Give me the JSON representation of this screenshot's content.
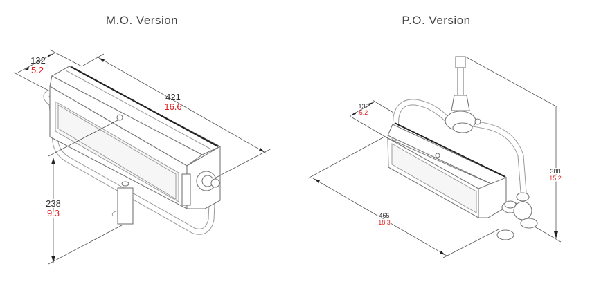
{
  "mo": {
    "title": "M.O. Version",
    "depth_mm": "132",
    "depth_in": "5.2",
    "width_mm": "421",
    "width_in": "16.6",
    "height_mm": "238",
    "height_in": "9.3"
  },
  "po": {
    "title": "P.O. Version",
    "depth_mm": "132",
    "depth_in": "5.2",
    "width_mm": "465",
    "width_in": "18.3",
    "height_mm": "388",
    "height_in": "15.2"
  },
  "colors": {
    "imperial": "#e02020",
    "metric": "#333333"
  }
}
